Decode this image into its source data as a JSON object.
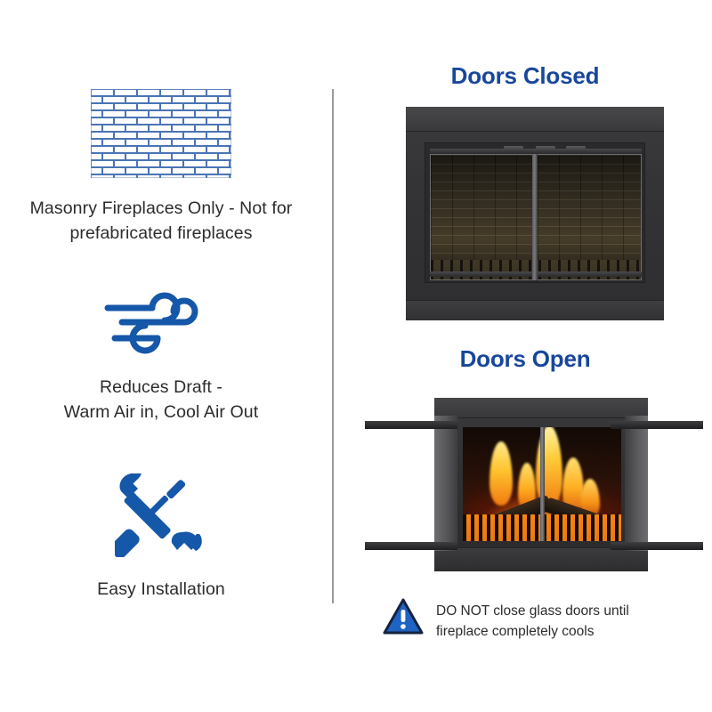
{
  "features": [
    {
      "icon": "brick-wall-icon",
      "label": "Masonry Fireplaces Only - Not for\nprefabricated fireplaces"
    },
    {
      "icon": "wind-draft-icon",
      "label": "Reduces Draft -\nWarm Air in, Cool Air Out"
    },
    {
      "icon": "wrench-screwdriver-icon",
      "label": "Easy Installation"
    }
  ],
  "right": {
    "closed": {
      "heading": "Doors Closed",
      "image_name": "fireplace-doors-closed-photo"
    },
    "open": {
      "heading": "Doors Open",
      "image_name": "fireplace-doors-open-photo"
    },
    "warning": {
      "icon": "warning-triangle-icon",
      "text": "DO NOT close glass doors until\nfireplace completely cools"
    }
  },
  "colors": {
    "heading_blue": "#18479b",
    "icon_blue": "#1557a8",
    "brick_outline_blue": "#4a74b5",
    "body_text": "#2c2c2c",
    "divider": "#9a9a9a",
    "background": "#ffffff"
  }
}
